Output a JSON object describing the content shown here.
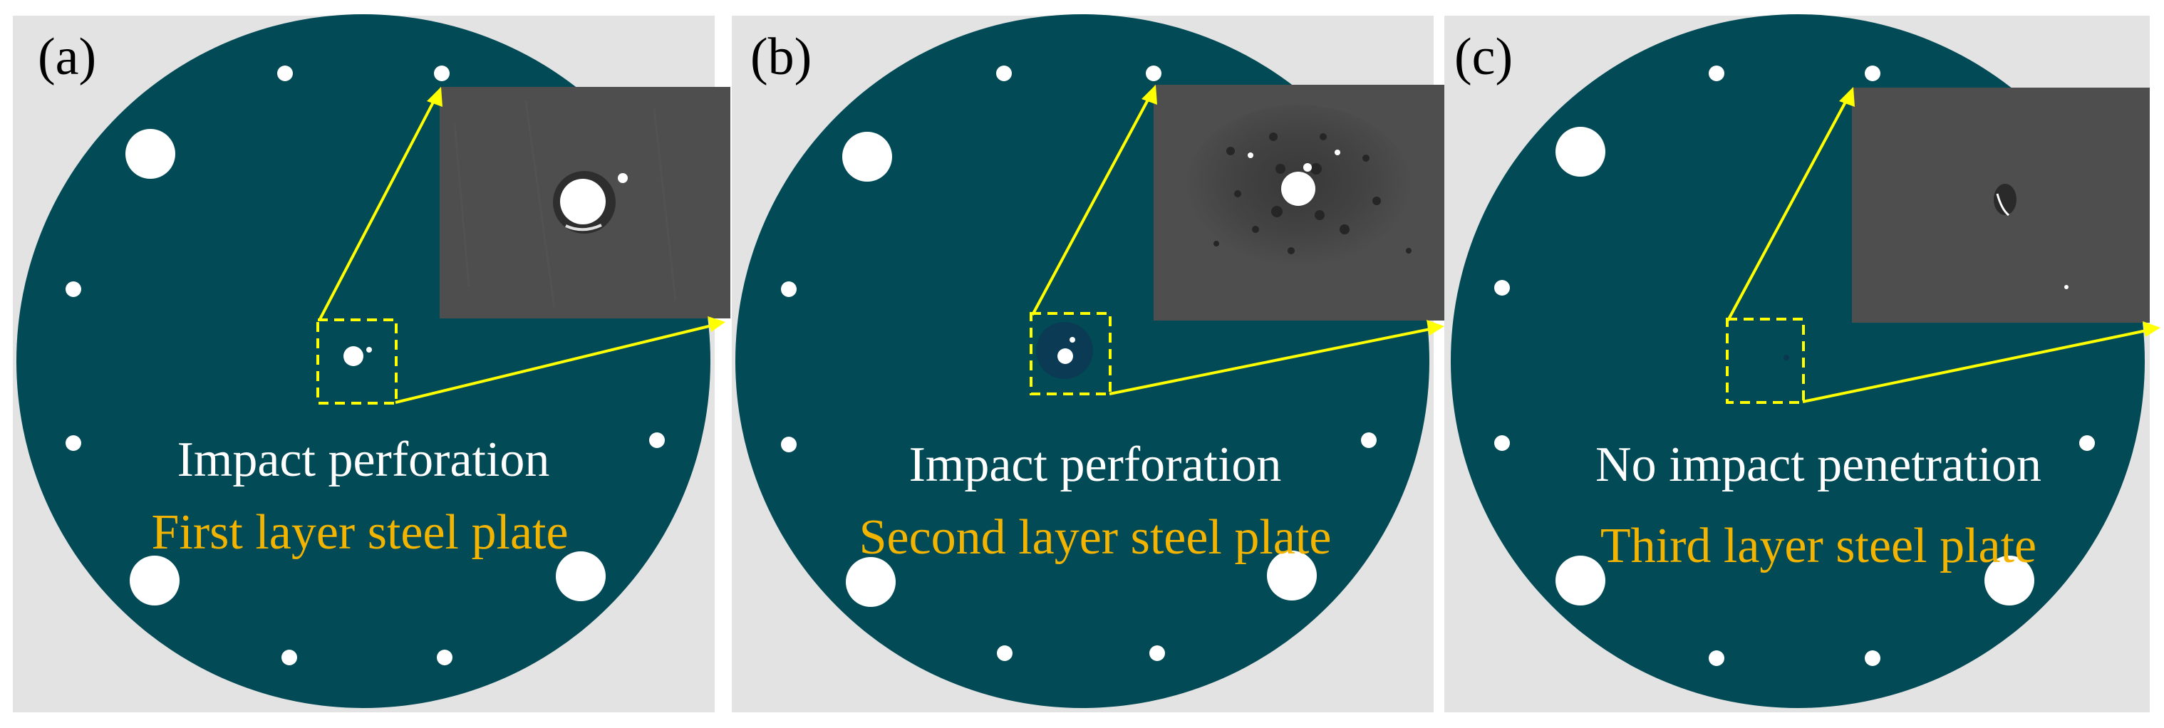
{
  "figure": {
    "background_color": "#ffffff",
    "tile_color": "#e3e3e3",
    "plate_color": "#024a55",
    "hole_color": "#ffffff",
    "annotation_color": "#ffff00",
    "layer_text_color": "#f2b400",
    "status_text_color": "#ffffff",
    "inset_color": "#4e4e4e"
  },
  "panels": [
    {
      "label": "(a)",
      "status": "Impact perforation",
      "layer": "First layer steel plate",
      "damage": "perforation"
    },
    {
      "label": "(b)",
      "status": "Impact perforation",
      "layer": "Second layer steel plate",
      "damage": "perforation-with-spatter"
    },
    {
      "label": "(c)",
      "status": "No impact penetration",
      "layer": "Third layer steel plate",
      "damage": "dent"
    }
  ]
}
